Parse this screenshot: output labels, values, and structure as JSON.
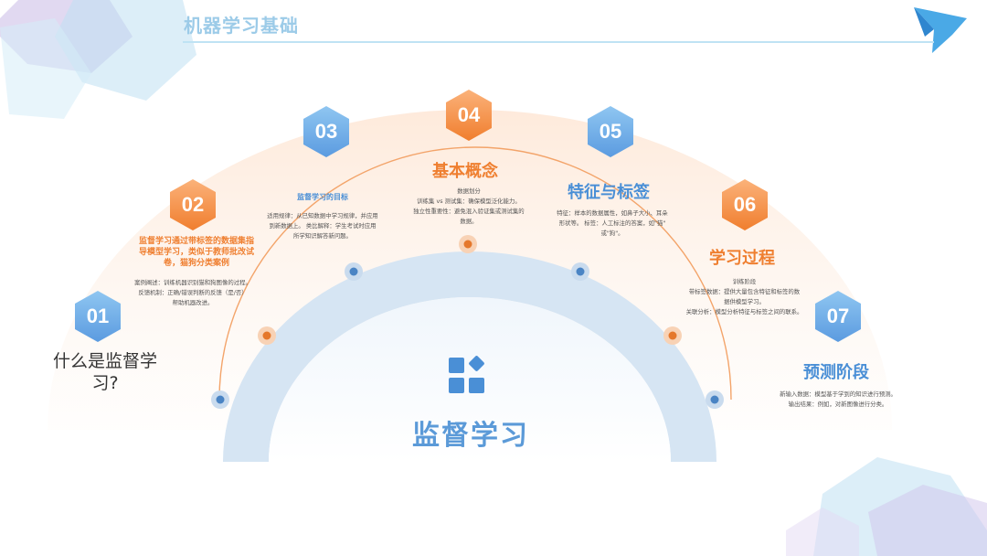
{
  "header": {
    "title": "机器学习基础"
  },
  "center": {
    "title": "监督学习",
    "icon": "apps-grid-icon"
  },
  "colors": {
    "blue": "#5b9be0",
    "orange": "#f07e2e",
    "title": "#9ccbe8"
  },
  "steps": [
    {
      "num": "01",
      "heading": "什么是监督学习?",
      "heading_line1": "什么是监督学",
      "heading_line2": "习?"
    },
    {
      "num": "02",
      "subtitle_line1": "监督学习通过带标签的数据集指",
      "subtitle_line2": "导模型学习，类似于教师批改试",
      "subtitle_line3": "卷，猫狗分类案例",
      "body_line1": "案例阐述：训练机器识别猫和狗图像的过程。",
      "body_line2": "反馈机制：正确/错误判断的反馈（是/否）",
      "body_line3": "帮助机器改进。"
    },
    {
      "num": "03",
      "subtitle": "监督学习的目标",
      "body_line1": "适用规律：从已知数据中学习规律，并应用",
      "body_line2": "到新数据上。   类比解释：学生考试时应用",
      "body_line3": "所学知识解答新问题。"
    },
    {
      "num": "04",
      "heading": "基本概念",
      "body_line1": "数据划分",
      "body_line2": "训练集 vs 测试集：确保模型泛化能力。",
      "body_line3": "独立性重要性：避免混入验证集或测试集的",
      "body_line4": "数据。"
    },
    {
      "num": "05",
      "heading": "特征与标签",
      "body_line1": "特征：样本的数据属性，如鼻子大小、耳朵",
      "body_line2": "形状等。    标签：人工标注的答案，如\"猫\"",
      "body_line3": "或\"狗\"。"
    },
    {
      "num": "06",
      "heading": "学习过程",
      "body_line1": "训练阶段",
      "body_line2": "带标签数据：提供大量包含特征和标签的数",
      "body_line3": "据供模型学习。",
      "body_line4": "关联分析：模型分析特征与标签之间的联系。"
    },
    {
      "num": "07",
      "heading": "预测阶段",
      "body_line1": "新输入数据：模型基于学到的知识进行预测。",
      "body_line2": "输出结果：例如，对新图像进行分类。"
    }
  ]
}
